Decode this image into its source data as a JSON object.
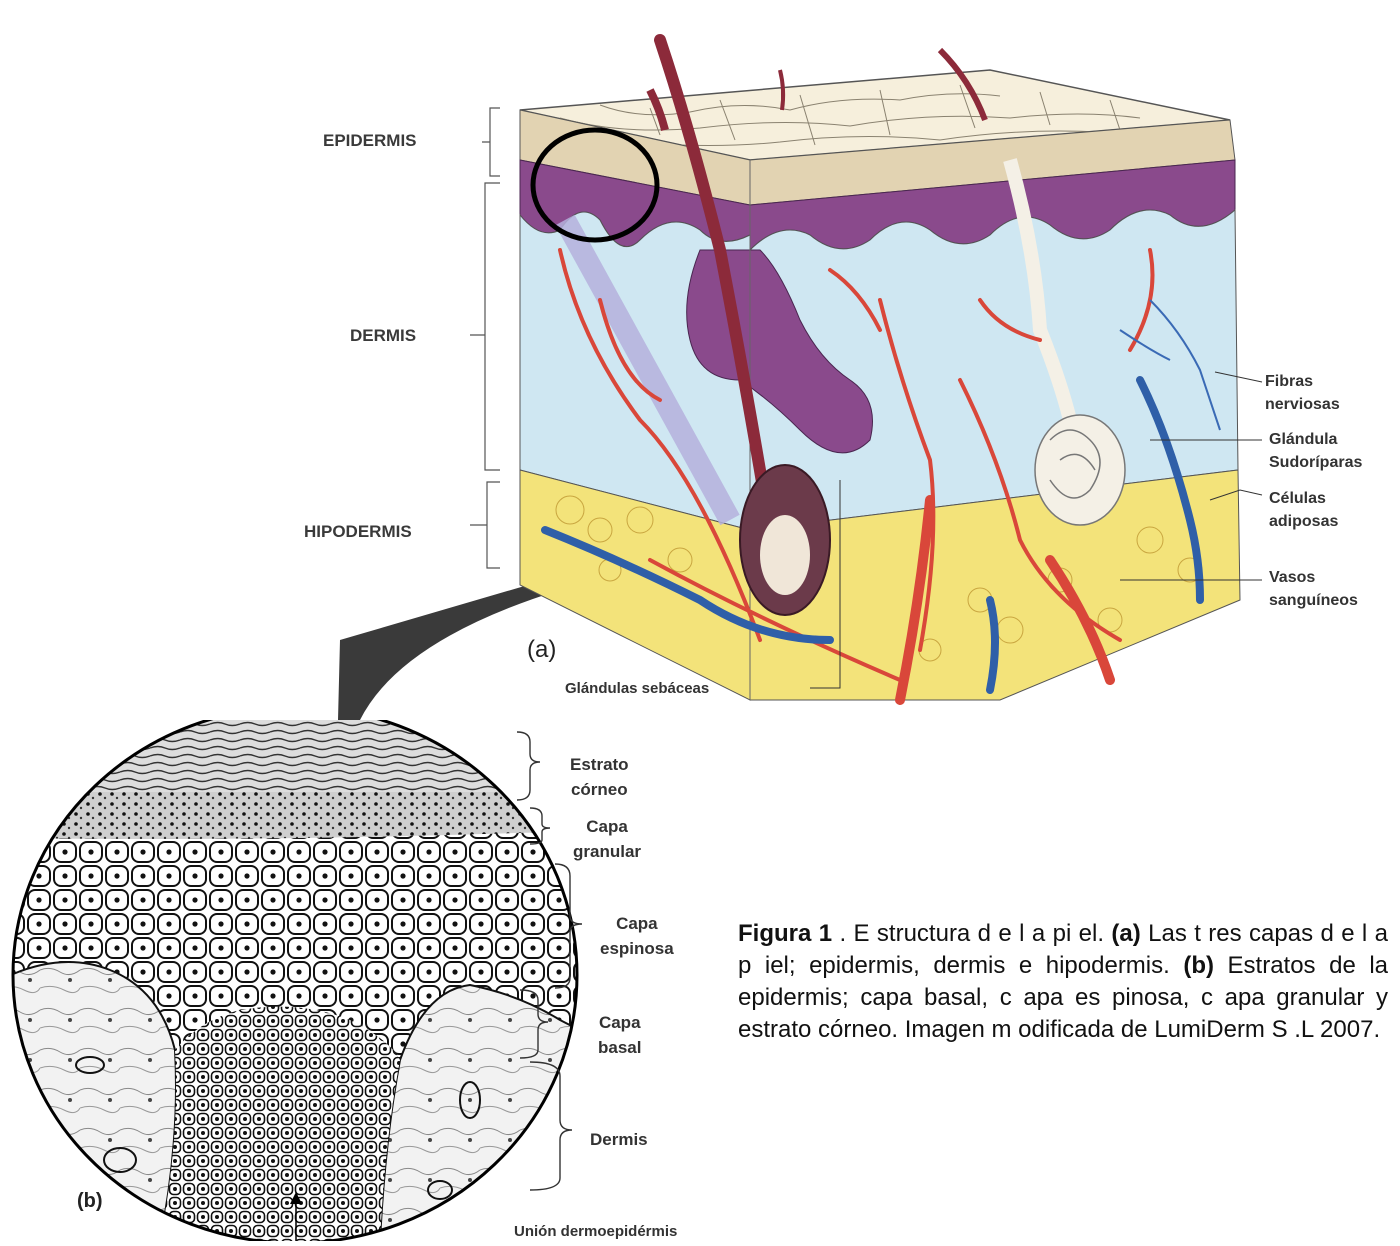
{
  "figure_a": {
    "tag": "(a)",
    "layer_labels": {
      "epidermis": "EPIDERMIS",
      "dermis": "DERMIS",
      "hypodermis": "HIPODERMIS"
    },
    "side_labels": {
      "nerve_fibers": "Fibras\nnerviosas",
      "sweat_gland": "Glándula\nSudoríparas",
      "fat_cells": "Células\nadiposas",
      "blood_vessels": "Vasos\nsanguíneos"
    },
    "bottom_label": "Glándulas sebáceas"
  },
  "figure_b": {
    "tag": "(b)",
    "labels": {
      "stratum_corneum": "Estrato\ncórneo",
      "granular": "Capa\ngranular",
      "spinous": "Capa\nespinosa",
      "basal": "Capa\nbasal",
      "dermis": "Dermis",
      "junction": "Unión dermoepidérmis"
    }
  },
  "caption": {
    "figure": "Figura 1",
    "p1": " . E structura d e l a pi el. ",
    "a": "(a)",
    "p2": " Las t res capas d e l a p iel; epidermis, dermis e hipodermis. ",
    "b": "(b)",
    "p3": " Estratos de la epidermis; capa basal, c apa es pinosa, c apa granular y estrato córneo. Imagen m odificada de LumiDerm S .L 2007."
  },
  "colors": {
    "epidermis_top": "#e9dcc2",
    "dermis_purple": "#8a4a8c",
    "dermis_blue": "#cfe7f2",
    "fat_yellow": "#f3e37a",
    "artery_red": "#d9473a",
    "vein_blue": "#2f5fa8",
    "hair": "#8c2a3a"
  }
}
